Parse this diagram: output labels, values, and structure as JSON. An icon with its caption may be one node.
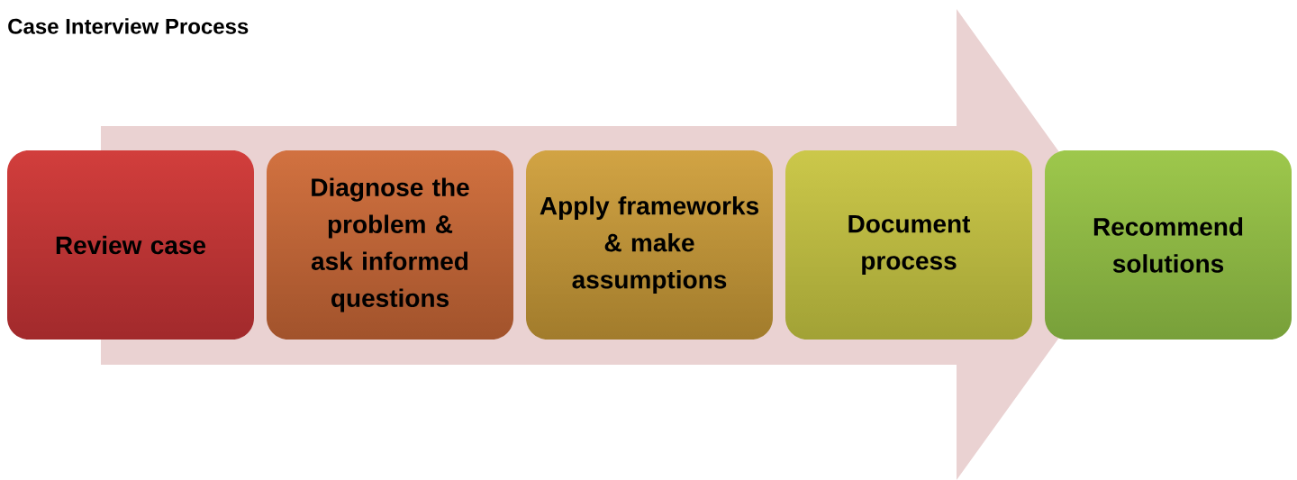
{
  "diagram": {
    "title": "Case Interview Process",
    "nodes": [
      {
        "text": [
          "Review case"
        ]
      },
      {
        "text": [
          "Diagnose the problem & ask informed questions"
        ]
      },
      {
        "text": [
          "Apply frameworks & make assumptions"
        ]
      },
      {
        "text": [
          "Document process"
        ]
      },
      {
        "text": [
          "Recommend solutions"
        ]
      }
    ]
  }
}
